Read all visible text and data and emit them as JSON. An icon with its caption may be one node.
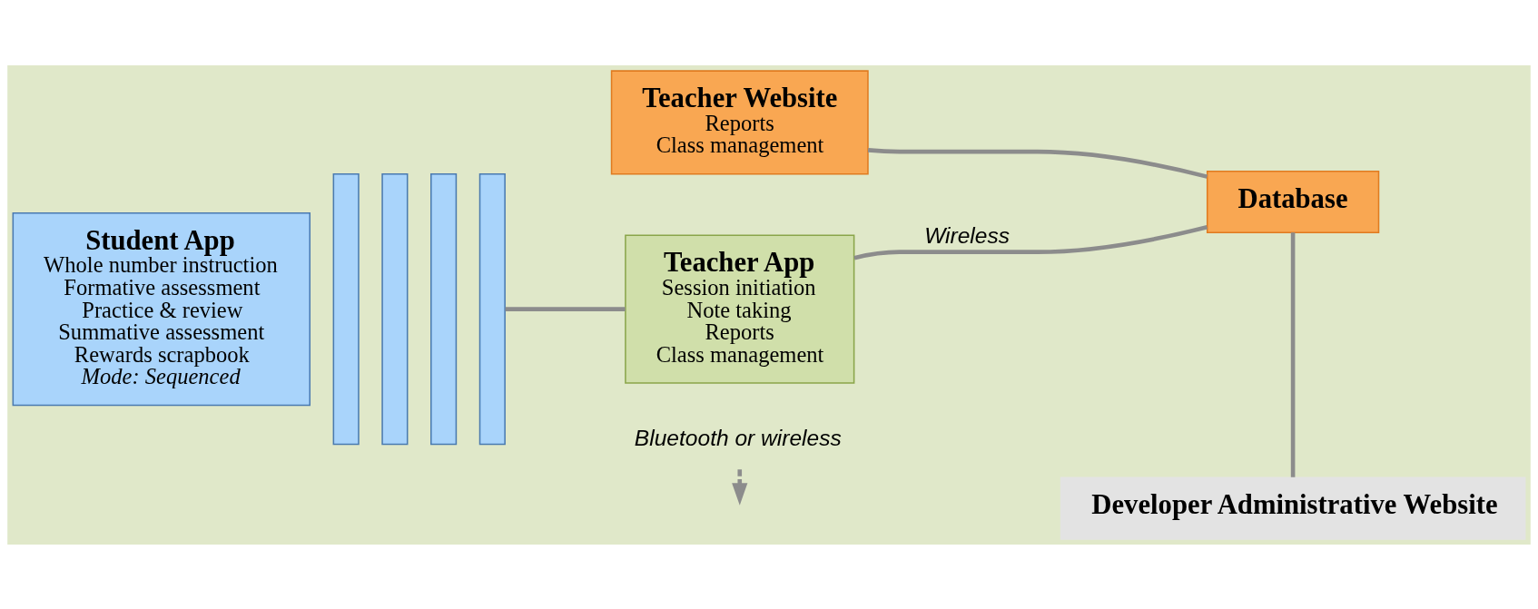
{
  "diagram": {
    "nodes": [
      {
        "text": [
          "Student App",
          "Whole number instruction",
          "Formative assessment",
          "Practice & review",
          "Summative assessment",
          "Rewards scrapbook",
          "Mode: Sequenced"
        ]
      },
      {
        "text": [],
        "shape": "box"
      },
      {
        "text": [],
        "shape": "box"
      },
      {
        "text": [],
        "shape": "box"
      },
      {
        "text": [],
        "shape": "box"
      },
      {
        "text": [
          "Teacher Website",
          "Reports",
          "Class management"
        ]
      },
      {
        "text": [
          "Teacher App",
          "Session initiation",
          "Note taking",
          "Reports",
          "Class management"
        ]
      },
      {
        "text": [
          "Database"
        ]
      },
      {
        "text": [
          "Developer Administrative Website"
        ]
      },
      {
        "text": [
          "Bluetooth or wireless"
        ]
      }
    ],
    "edges": [
      {
        "from": 4,
        "to": 6,
        "arrow": "none"
      },
      {
        "from": 5,
        "to": 7,
        "arrow": "none"
      },
      {
        "from": 6,
        "to": 7,
        "arrow": "none",
        "label": "Wireless"
      },
      {
        "from": 7,
        "to": 8,
        "arrow": "none"
      },
      {
        "from": 9,
        "to": null,
        "arrow": "to",
        "style": "dashed"
      }
    ]
  }
}
